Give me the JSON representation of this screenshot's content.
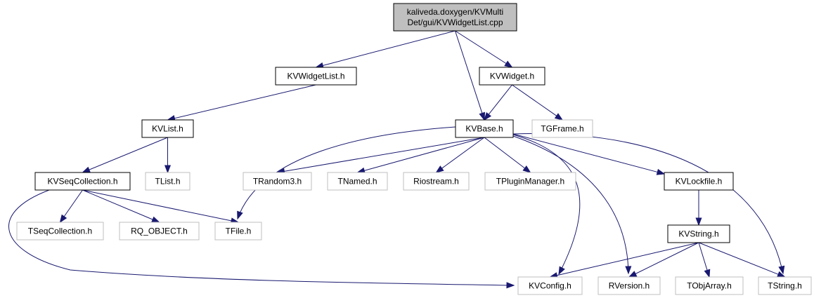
{
  "colors": {
    "root_fill": "#bfbfbf",
    "node_fill": "#ffffff",
    "node_border": "#000000",
    "external_border": "#bfbfbf",
    "edge": "#191970"
  },
  "nodes": {
    "root": {
      "lines": [
        "kaliveda.doxygen/KVMulti",
        "Det/gui/KVWidgetList.cpp"
      ],
      "kind": "root"
    },
    "kvwidgetlist": {
      "lines": [
        "KVWidgetList.h"
      ],
      "kind": "local"
    },
    "kvwidget": {
      "lines": [
        "KVWidget.h"
      ],
      "kind": "local"
    },
    "kvlist": {
      "lines": [
        "KVList.h"
      ],
      "kind": "local"
    },
    "kvbase": {
      "lines": [
        "KVBase.h"
      ],
      "kind": "local"
    },
    "tgframe": {
      "lines": [
        "TGFrame.h"
      ],
      "kind": "external"
    },
    "kvseqcollection": {
      "lines": [
        "KVSeqCollection.h"
      ],
      "kind": "local"
    },
    "tlist": {
      "lines": [
        "TList.h"
      ],
      "kind": "external"
    },
    "trandom3": {
      "lines": [
        "TRandom3.h"
      ],
      "kind": "external"
    },
    "tnamed": {
      "lines": [
        "TNamed.h"
      ],
      "kind": "external"
    },
    "riostream": {
      "lines": [
        "Riostream.h"
      ],
      "kind": "external"
    },
    "tpluginmanager": {
      "lines": [
        "TPluginManager.h"
      ],
      "kind": "external"
    },
    "kvlockfile": {
      "lines": [
        "KVLockfile.h"
      ],
      "kind": "local"
    },
    "tseqcollection": {
      "lines": [
        "TSeqCollection.h"
      ],
      "kind": "external"
    },
    "rq_object": {
      "lines": [
        "RQ_OBJECT.h"
      ],
      "kind": "external"
    },
    "tfile": {
      "lines": [
        "TFile.h"
      ],
      "kind": "external"
    },
    "kvstring": {
      "lines": [
        "KVString.h"
      ],
      "kind": "local"
    },
    "kvconfig": {
      "lines": [
        "KVConfig.h"
      ],
      "kind": "external"
    },
    "rversion": {
      "lines": [
        "RVersion.h"
      ],
      "kind": "external"
    },
    "tobjarray": {
      "lines": [
        "TObjArray.h"
      ],
      "kind": "external"
    },
    "tstring": {
      "lines": [
        "TString.h"
      ],
      "kind": "external"
    }
  },
  "edges": [
    [
      "root",
      "kvwidgetlist"
    ],
    [
      "root",
      "kvbase"
    ],
    [
      "root",
      "kvwidget"
    ],
    [
      "kvwidgetlist",
      "kvlist"
    ],
    [
      "kvwidget",
      "kvbase"
    ],
    [
      "kvwidget",
      "tgframe"
    ],
    [
      "kvlist",
      "kvseqcollection"
    ],
    [
      "kvlist",
      "tlist"
    ],
    [
      "kvbase",
      "tfile"
    ],
    [
      "kvbase",
      "trandom3"
    ],
    [
      "kvbase",
      "tnamed"
    ],
    [
      "kvbase",
      "riostream"
    ],
    [
      "kvbase",
      "tpluginmanager"
    ],
    [
      "kvbase",
      "kvlockfile"
    ],
    [
      "kvbase",
      "kvconfig"
    ],
    [
      "kvbase",
      "rversion"
    ],
    [
      "kvbase",
      "tstring"
    ],
    [
      "kvseqcollection",
      "tseqcollection"
    ],
    [
      "kvseqcollection",
      "rq_object"
    ],
    [
      "kvseqcollection",
      "tfile"
    ],
    [
      "kvseqcollection",
      "kvconfig"
    ],
    [
      "kvlockfile",
      "kvstring"
    ],
    [
      "kvstring",
      "kvconfig"
    ],
    [
      "kvstring",
      "rversion"
    ],
    [
      "kvstring",
      "tobjarray"
    ],
    [
      "kvstring",
      "tstring"
    ]
  ]
}
